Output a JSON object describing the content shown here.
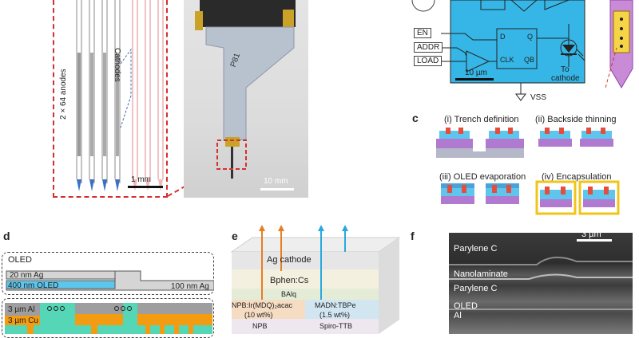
{
  "panels": {
    "a": {
      "cathodes_label": "Cathodes",
      "anodes_label": "2 × 64 anodes",
      "scale_zoom": "1 mm",
      "scale_photo": "10 mm",
      "photo_marking": "P81"
    },
    "b": {
      "en": "EN",
      "addr": "ADDR",
      "load": "LOAD",
      "d": "D",
      "q": "Q",
      "clk": "CLK",
      "qb": "QB",
      "scale": "10 µm",
      "to_cathode_1": "To",
      "to_cathode_2": "cathode",
      "vss": "VSS"
    },
    "c": {
      "letter": "c",
      "step1": "(i) Trench definition",
      "step2": "(ii) Backside thinning",
      "step3": "(iii) OLED evaporation",
      "step4": "(iv) Encapsulation"
    },
    "d": {
      "letter": "d",
      "oled": "OLED",
      "ag20": "20 nm Ag",
      "oled400": "400 nm OLED",
      "ag100": "100 nm Ag",
      "al3": "3 µm Al",
      "cu3": "3 µm Cu"
    },
    "e": {
      "letter": "e",
      "ag_cathode": "Ag cathode",
      "bphen": "Bphen:Cs",
      "balq": "BAlq",
      "npb_left_1": "NPB:Ir(MDQ)₂acac",
      "npb_left_2": "(10 wt%)",
      "madn_1": "MADN:TBPe",
      "madn_2": "(1.5 wt%)",
      "npb": "NPB",
      "spiro": "Spiro-TTB"
    },
    "f": {
      "letter": "f",
      "scale": "3 µm",
      "parylene1": "Parylene C",
      "nanolaminate": "Nanolaminate",
      "parylene2": "Parylene C",
      "oled": "OLED",
      "al": "Al"
    }
  },
  "colors": {
    "red_dash": "#d32f2f",
    "circuit_blue": "#35b6e6",
    "purple": "#9b59b6",
    "orange": "#f39c12",
    "teal": "#55d6b7",
    "cyan_arrow": "#29a8e0",
    "orange_arrow": "#e67e22"
  }
}
